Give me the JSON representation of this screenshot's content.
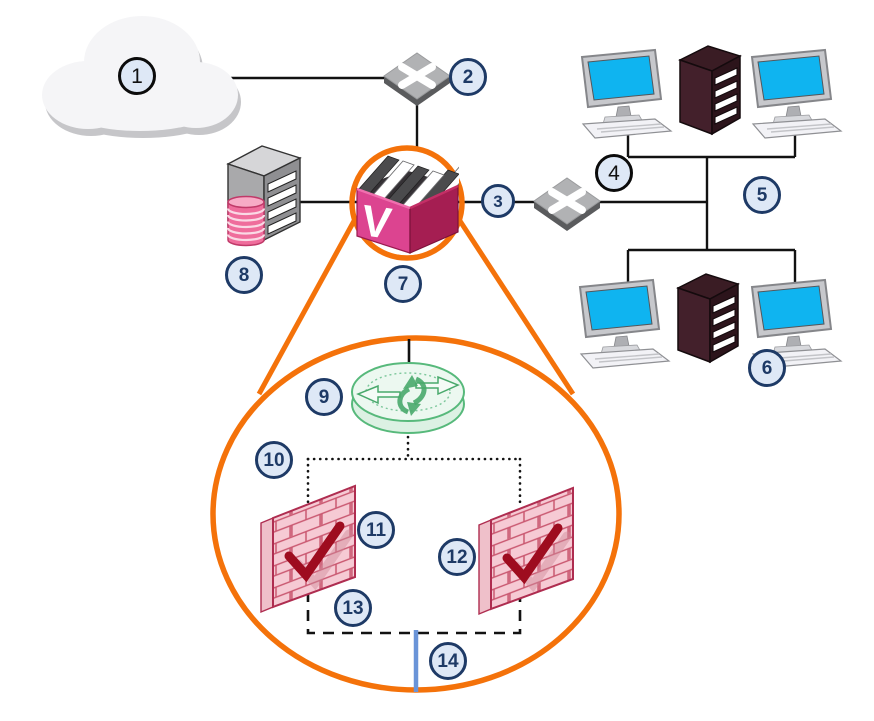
{
  "diagram": {
    "description": "Network topology diagram with a magnified view of a virtual security appliance",
    "appliance": {
      "letter": "V"
    },
    "colors": {
      "magnifier_orange": "#F4720A",
      "badge_ring_navy": "#1E3A66",
      "badge_fill": "#DEE8F6",
      "badge_ring_black": "#0B0B0B",
      "line_black": "#121212",
      "screen_cyan": "#0FB4F0",
      "tower_maroon": "#43202B",
      "appliance_pink": "#DC4490",
      "appliance_crimson": "#A51E52",
      "firewall_pink": "#F6CAD4",
      "firewall_border": "#AF2D50",
      "check_red": "#9E0C1F",
      "router_green": "#57B97B",
      "sync_link_blue": "#6A94D8",
      "database_pink": "#EF6D9C"
    },
    "callouts": [
      {
        "num": "1",
        "points_to": "internet-cloud",
        "badge_style": "black"
      },
      {
        "num": "2",
        "points_to": "wan-switch",
        "badge_style": "navy"
      },
      {
        "num": "3",
        "points_to": "appliance-lan-link",
        "badge_style": "navy"
      },
      {
        "num": "4",
        "points_to": "lan-switch",
        "badge_style": "black"
      },
      {
        "num": "5",
        "points_to": "upper-workgroup",
        "badge_style": "navy"
      },
      {
        "num": "6",
        "points_to": "lower-workgroup",
        "badge_style": "navy"
      },
      {
        "num": "7",
        "points_to": "security-appliance",
        "badge_style": "navy"
      },
      {
        "num": "8",
        "points_to": "database-server",
        "badge_style": "navy"
      },
      {
        "num": "9",
        "points_to": "virtual-router",
        "badge_style": "navy"
      },
      {
        "num": "10",
        "points_to": "virtual-connections",
        "badge_style": "navy"
      },
      {
        "num": "11",
        "points_to": "firewall-instance-left",
        "badge_style": "navy"
      },
      {
        "num": "12",
        "points_to": "firewall-instance-right",
        "badge_style": "navy"
      },
      {
        "num": "13",
        "points_to": "failover-links",
        "badge_style": "navy"
      },
      {
        "num": "14",
        "points_to": "sync-link",
        "badge_style": "navy"
      }
    ]
  }
}
